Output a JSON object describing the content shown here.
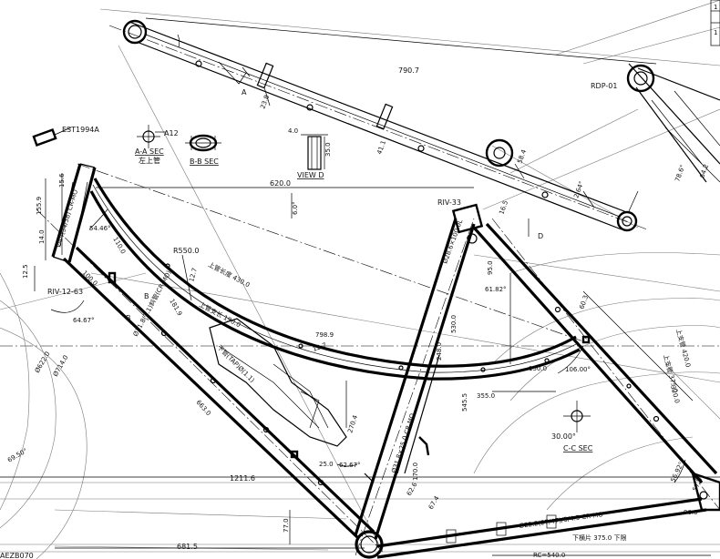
{
  "labels": {
    "est": "EST1994A",
    "a12": "A12",
    "aa_sec": "A-A SEC",
    "aa_sub": "左上管",
    "bb_sec": "B-B SEC",
    "view_d_a": "4.0",
    "view_d_b": "35.0",
    "view_d": "VIEW D",
    "riv33": "RIV-33",
    "riv1263": "RIV-12-63",
    "rdp": "RDP-01",
    "cc_angle": "30.00°",
    "cc_sec": "C-C SEC",
    "sec_a": "A",
    "sec_b1": "B",
    "sec_b2": "B",
    "view_d_mark": "D",
    "corner_a": "1",
    "corner_b": "1"
  },
  "dims": {
    "d790_7": "790.7",
    "d23_8": "23.8",
    "d41_1": "41.1",
    "d58_4": "58.4",
    "d2_64": "2.64°",
    "d620": "620.0",
    "d6": "6.0°",
    "d15_6": "15.6",
    "d155": "155.9",
    "d14": "14.0",
    "d12_5": "12.5",
    "d54_46": "54.46°",
    "d110": "110.0",
    "d100": "100.0",
    "r550": "R550.0",
    "d12_7": "12.7",
    "d181_9": "181.9",
    "top_len": "上管长度 430.0",
    "top_curve": "上管支长 190.0",
    "d798_9": "798.9",
    "d12_7b": "12.7",
    "d64_67": "64.67°",
    "d622": "Ø622.0",
    "d714": "Ø714.0",
    "d69_5": "69.50°",
    "d663": "663.0",
    "d1211_6": "1211.6",
    "d681_5": "681.5",
    "d77": "77.0",
    "d62_67": "62.67°",
    "d270_4": "270.4",
    "d25": "25.0",
    "d170": "170.0",
    "d62_6": "62.6",
    "d530": "530.0",
    "d248": "248.0",
    "d545_5": "545.5",
    "d355": "355.0",
    "d150": "150.0",
    "d106": "106.00°",
    "d61_82": "61.82°",
    "d95": "95.0",
    "d16_5": "16.5",
    "d28_6": "Ø28.6×100.0L",
    "d375": "上支管 375.0",
    "d420": "上支管 420.0",
    "d320": "320.0",
    "d56_92": "56.92°",
    "d57": "57.0°",
    "d90": "90.0",
    "seat_stay": "Ø22.2(27/47)/5/4.5 CR-MO",
    "chain_len": "下横片 375.0 下限",
    "d540": "RC=540.0",
    "d78_6": "78.6°",
    "d64_2": "64.2",
    "d60_3": "60.3",
    "d67_4": "67.4",
    "down_tube_label": "Ø31.8(1.1)斜管(CR-MO)",
    "seat_tube_label": "Ø31.8×25.0 CR-MO",
    "dt_side": "下管(TAP)Ø(1.1)",
    "head_label": "Ø44(34/38) CR-MO",
    "bottom_frag": "AEZB070"
  }
}
